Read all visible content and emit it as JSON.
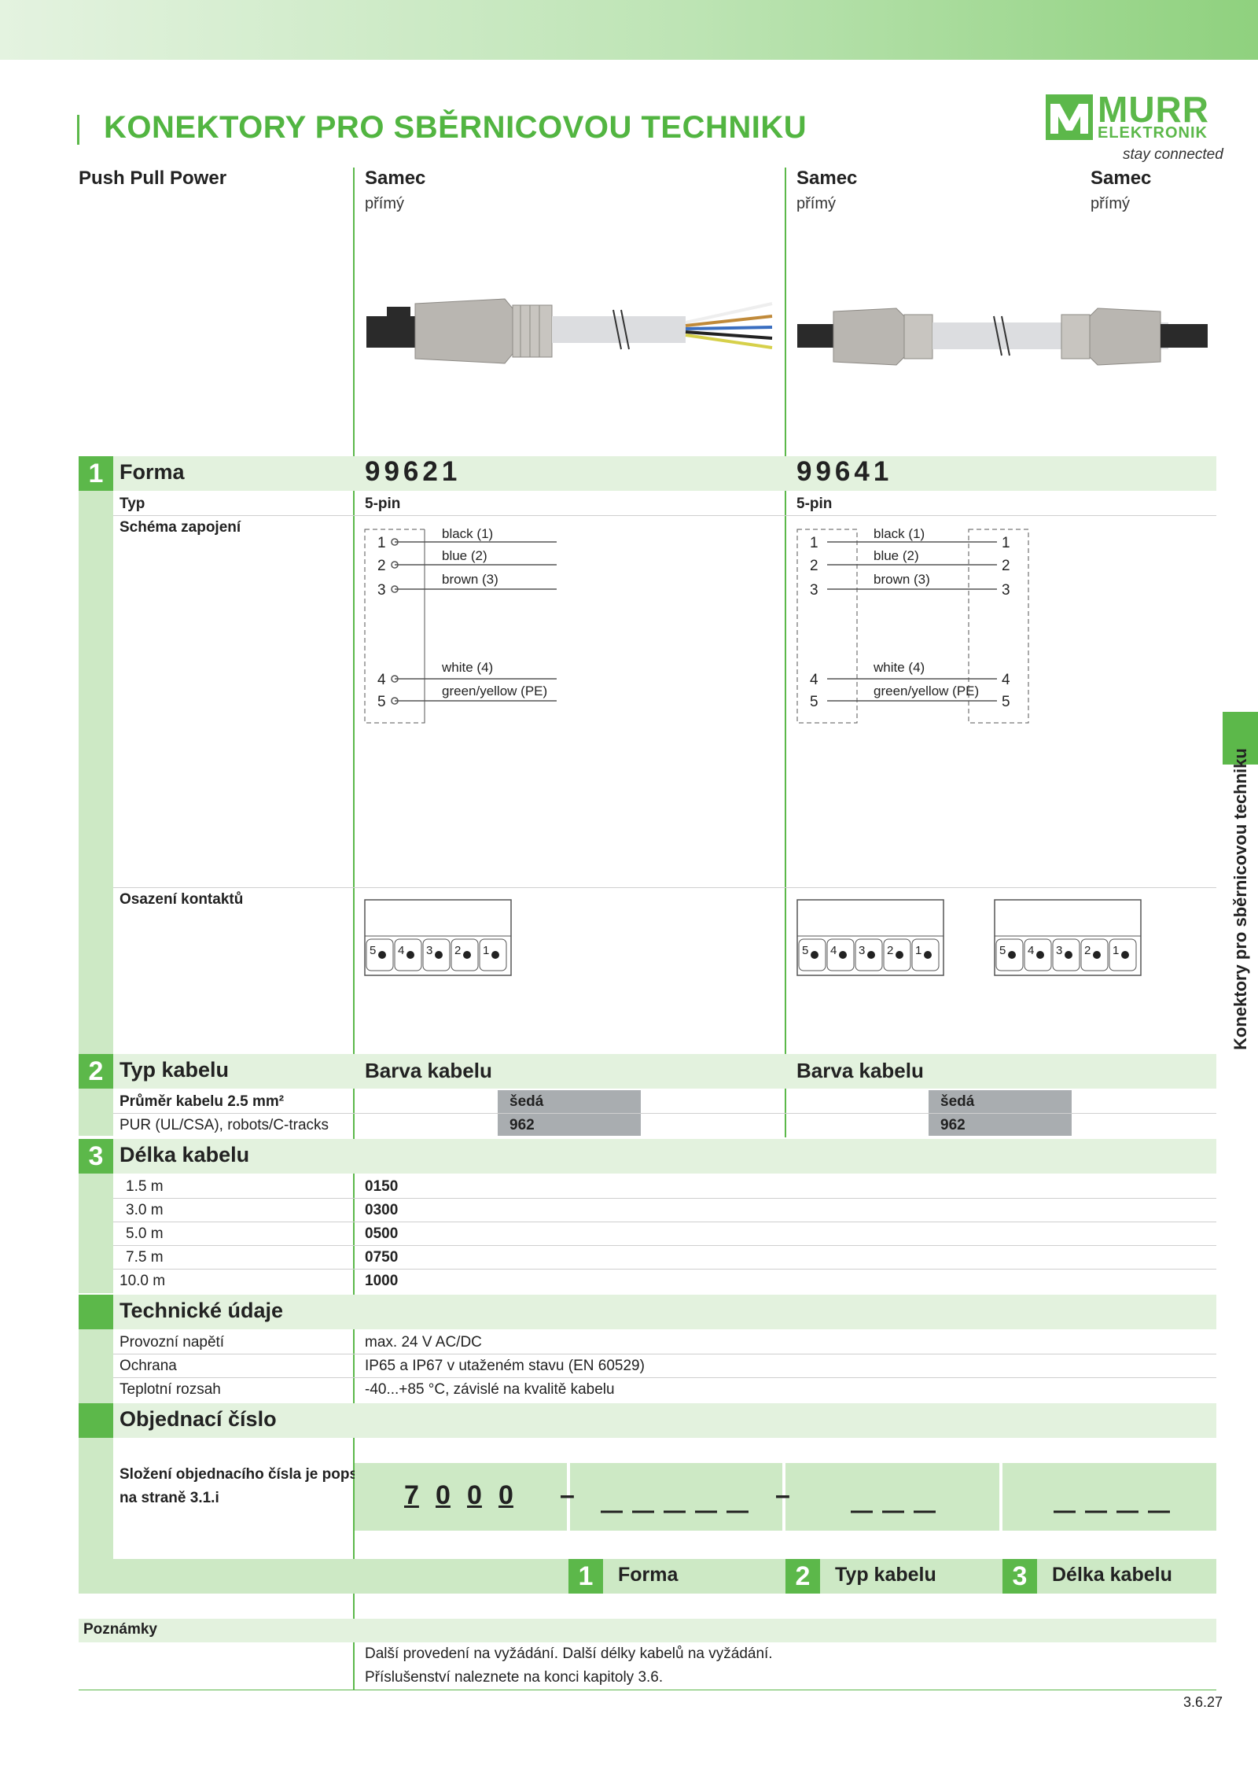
{
  "header": {
    "title": "KONEKTORY PRO SBĚRNICOVOU TECHNIKU",
    "logo_murr": "MURR",
    "logo_elektronik": "ELEKTRONIK",
    "logo_tagline": "stay connected"
  },
  "product_family": "Push Pull Power",
  "columns": [
    {
      "title": "Samec",
      "sub": "přímý"
    },
    {
      "title": "Samec",
      "sub": "přímý"
    },
    {
      "title": "Samec",
      "sub": "přímý"
    }
  ],
  "section1": {
    "num": "1",
    "title": "Forma",
    "codes": [
      "99621",
      "99641"
    ],
    "typ_label": "Typ",
    "typ_values": [
      "5-pin",
      "5-pin"
    ],
    "schema_label": "Schéma zapojení",
    "wires": [
      "black (1)",
      "blue (2)",
      "brown (3)",
      "white (4)",
      "green/yellow (PE)"
    ],
    "pins": [
      "1",
      "2",
      "3",
      "4",
      "5"
    ],
    "contacts_label": "Osazení kontaktů",
    "contact_pins": [
      "5",
      "4",
      "3",
      "2",
      "1"
    ]
  },
  "section2": {
    "num": "2",
    "title": "Typ kabelu",
    "col_header": "Barva kabelu",
    "rows": [
      {
        "label": "Průměr kabelu 2.5 mm²",
        "value": "šedá"
      },
      {
        "label": "PUR (UL/CSA), robots/C-tracks",
        "value": "962"
      }
    ]
  },
  "section3": {
    "num": "3",
    "title": "Délka kabelu",
    "rows": [
      {
        "label": "1.5 m",
        "value": "0150"
      },
      {
        "label": "3.0 m",
        "value": "0300"
      },
      {
        "label": "5.0 m",
        "value": "0500"
      },
      {
        "label": "7.5 m",
        "value": "0750"
      },
      {
        "label": "10.0 m",
        "value": "1000"
      }
    ]
  },
  "technical": {
    "title": "Technické údaje",
    "rows": [
      {
        "label": "Provozní napětí",
        "value": "max. 24 V AC/DC"
      },
      {
        "label": "Ochrana",
        "value": "IP65 a IP67 v utaženém stavu (EN 60529)"
      },
      {
        "label": "Teplotní rozsah",
        "value": "-40...+85 °C, závislé na kvalitě kabelu"
      }
    ]
  },
  "order": {
    "title": "Objednací číslo",
    "note_line1": "Složení objednacího čísla je popsáno",
    "note_line2": "na straně 3.1.i",
    "prefix_digits": [
      "7",
      "0",
      "0",
      "0"
    ],
    "dash": "–",
    "legend": [
      {
        "num": "1",
        "label": "Forma"
      },
      {
        "num": "2",
        "label": "Typ kabelu"
      },
      {
        "num": "3",
        "label": "Délka kabelu"
      }
    ]
  },
  "notes": {
    "title": "Poznámky",
    "line1": "Další provedení na vyžádání. Další délky kabelů na vyžádání.",
    "line2": "Příslušenství naleznete na konci kapitoly 3.6."
  },
  "side_tab": "Konektory pro sběrnicovou techniku",
  "page_number": "3.6.27",
  "colors": {
    "accent": "#5cb84a",
    "band": "#e3f2de",
    "grey": "#a9adb0"
  }
}
